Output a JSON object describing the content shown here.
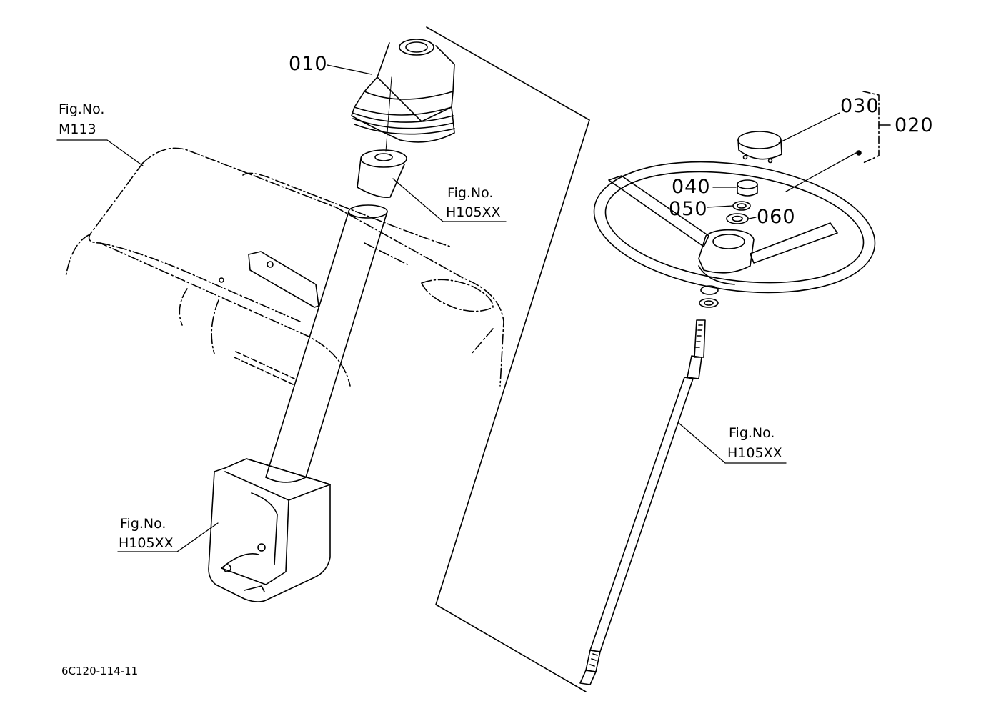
{
  "diagram_id": "6C120-114-11",
  "fig_refs": {
    "dashboard": {
      "prefix": "Fig.No.",
      "number": "M113"
    },
    "bushing": {
      "prefix": "Fig.No.",
      "number": "H105XX"
    },
    "steering_shaft": {
      "prefix": "Fig.No.",
      "number": "H105XX"
    },
    "column_bracket": {
      "prefix": "Fig.No.",
      "number": "H105XX"
    }
  },
  "parts": {
    "boot": "010",
    "steering_wheel_assy": "020",
    "horn_cap": "030",
    "nut": "040",
    "lock_washer": "050",
    "washer": "060"
  }
}
